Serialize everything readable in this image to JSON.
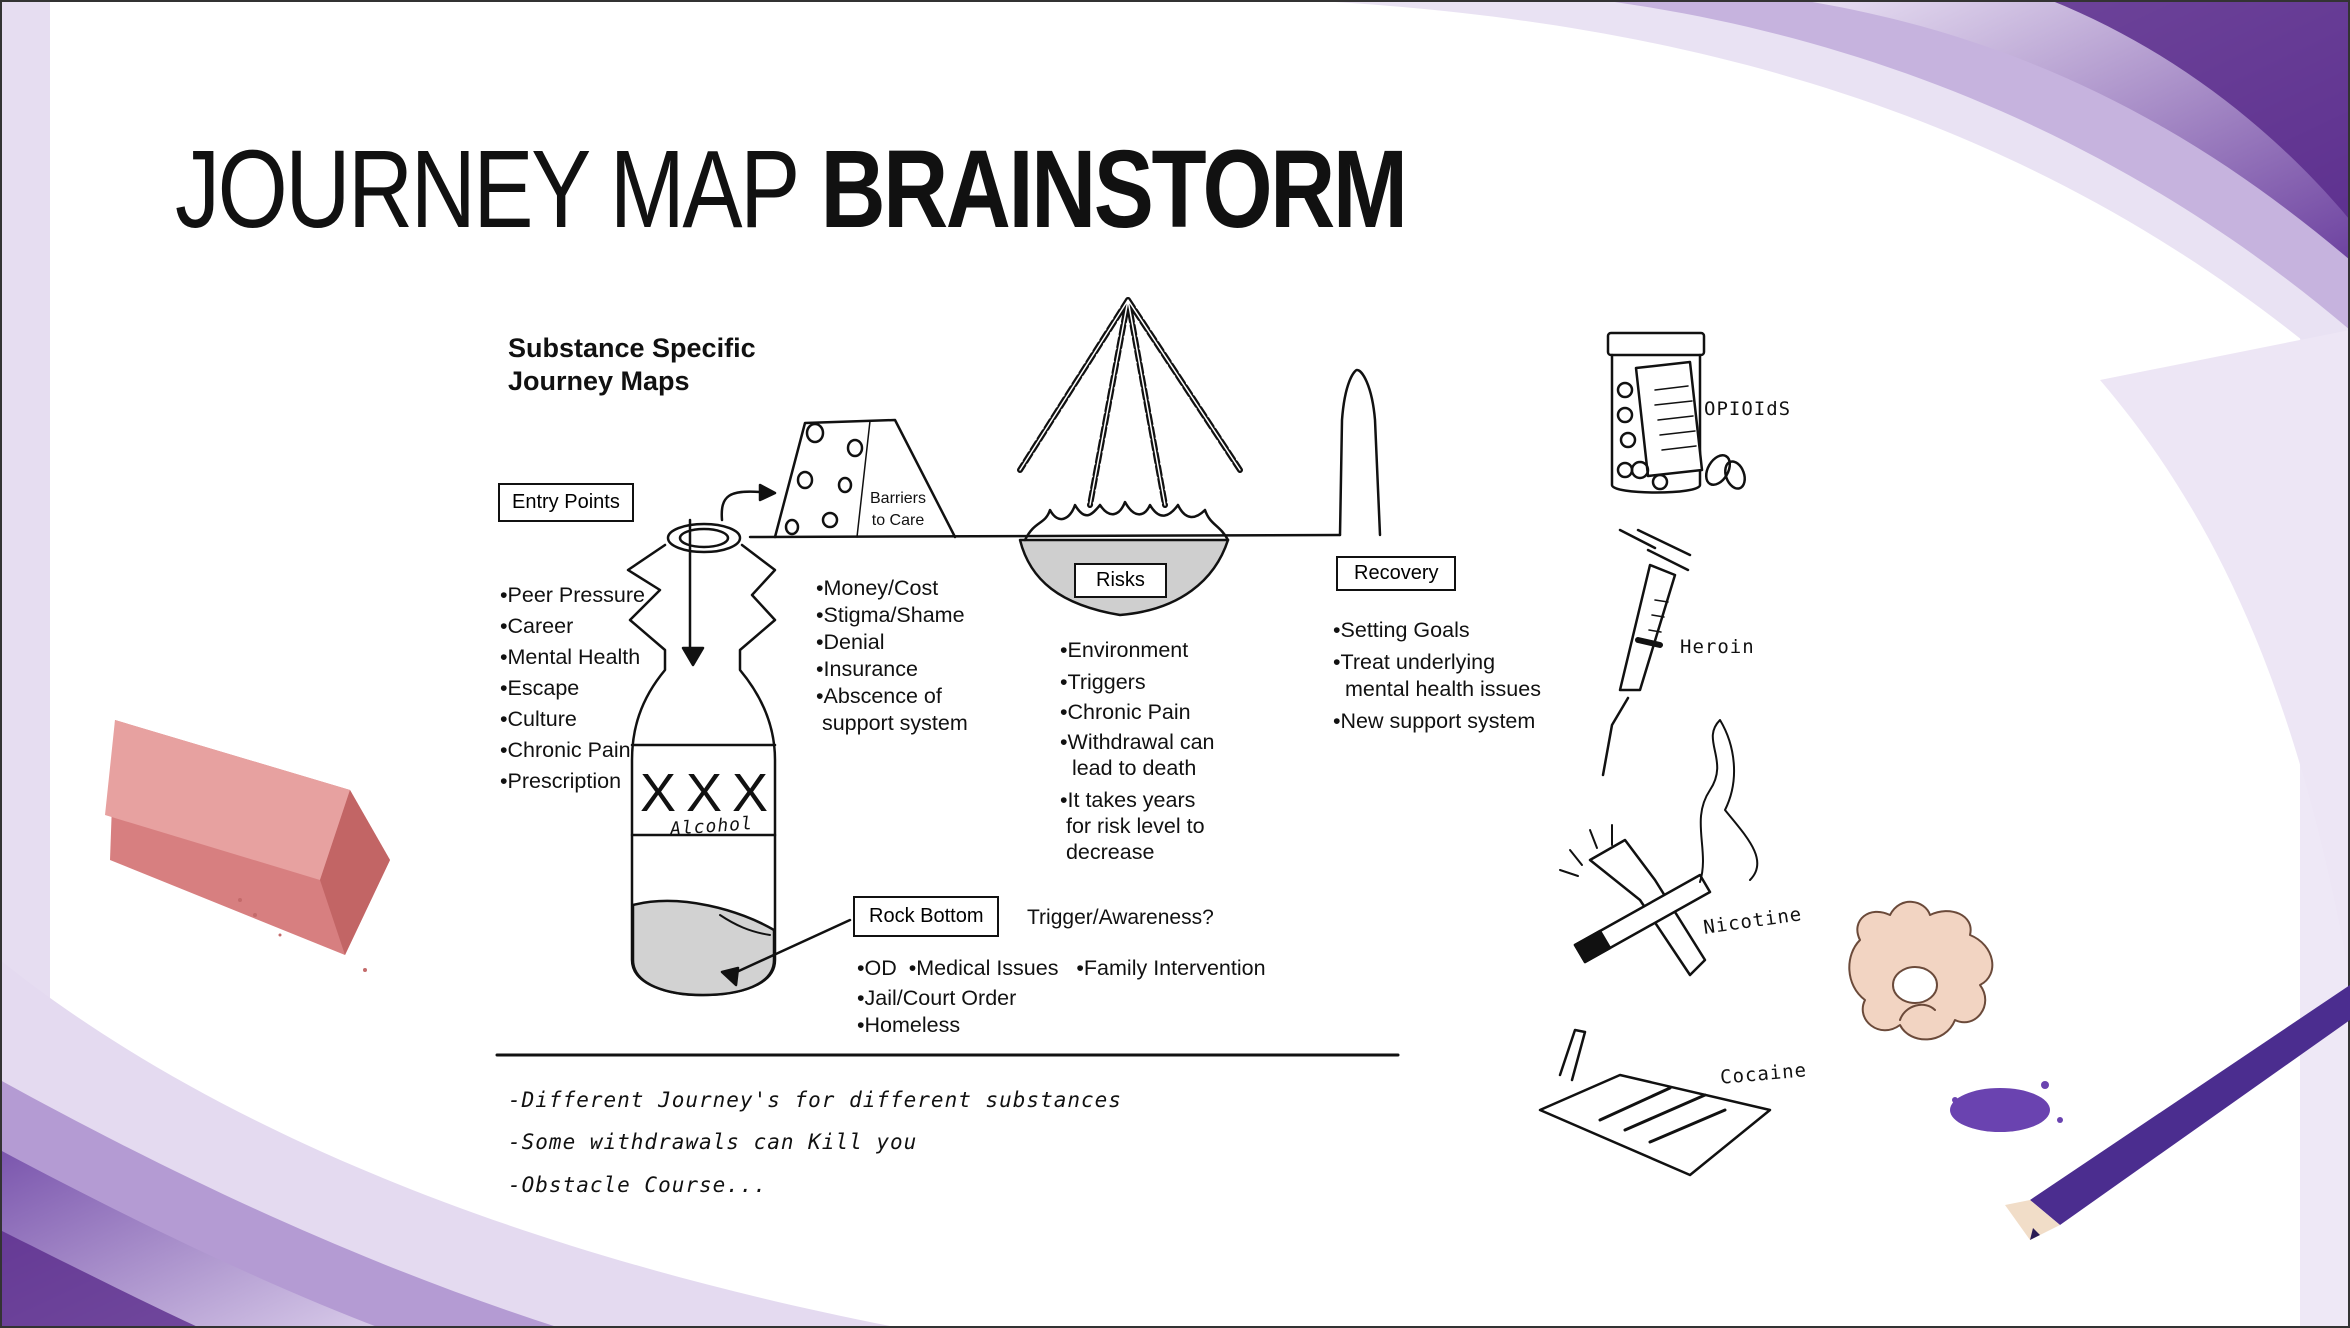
{
  "slide": {
    "title_light": "JOURNEY MAP",
    "title_bold": "BRAINSTORM"
  },
  "diagram": {
    "heading": [
      "Substance Specific",
      "Journey Maps"
    ],
    "entry_points": {
      "label": "Entry Points",
      "items": [
        "•Peer Pressure",
        "•Career",
        "•Mental Health",
        "•Escape",
        "•Culture",
        "•Chronic Pain",
        "•Prescription"
      ]
    },
    "bottle": {
      "marks": "XXX",
      "label": "Alcohol"
    },
    "barriers": {
      "label": [
        "Barriers",
        "to Care"
      ],
      "items": [
        "•Money/Cost",
        "•Stigma/Shame",
        "•Denial",
        "•Insurance",
        "•Abscence of",
        " support system"
      ]
    },
    "risks": {
      "label": "Risks",
      "items": [
        "•Environment",
        "•Triggers",
        "•Chronic Pain",
        "•Withdrawal can",
        "  lead to death",
        "•It takes years",
        " for risk level to",
        " decrease"
      ]
    },
    "recovery": {
      "label": "Recovery",
      "items": [
        "•Setting Goals",
        "•Treat underlying",
        "  mental health issues",
        "•New support system"
      ]
    },
    "rock_bottom": {
      "label": "Rock Bottom",
      "trigger": "Trigger/Awareness?",
      "items_row1": [
        "•OD",
        "•Medical Issues",
        "•Family Intervention"
      ],
      "items": [
        "•Jail/Court Order",
        "•Homeless"
      ]
    },
    "notes": [
      "-Different Journey's for different substances",
      "-Some withdrawals can Kill you",
      "-Obstacle Course..."
    ]
  },
  "substances": {
    "opioids": "OPIOIdS",
    "heroin": "Heroin",
    "nicotine": "Nicotine",
    "cocaine": "Cocaine"
  },
  "colors": {
    "purple_dark": "#5b2d8c",
    "purple_mid": "#9c7fc4",
    "purple_light": "#ddd1ec",
    "eraser": "#df8c8c"
  }
}
